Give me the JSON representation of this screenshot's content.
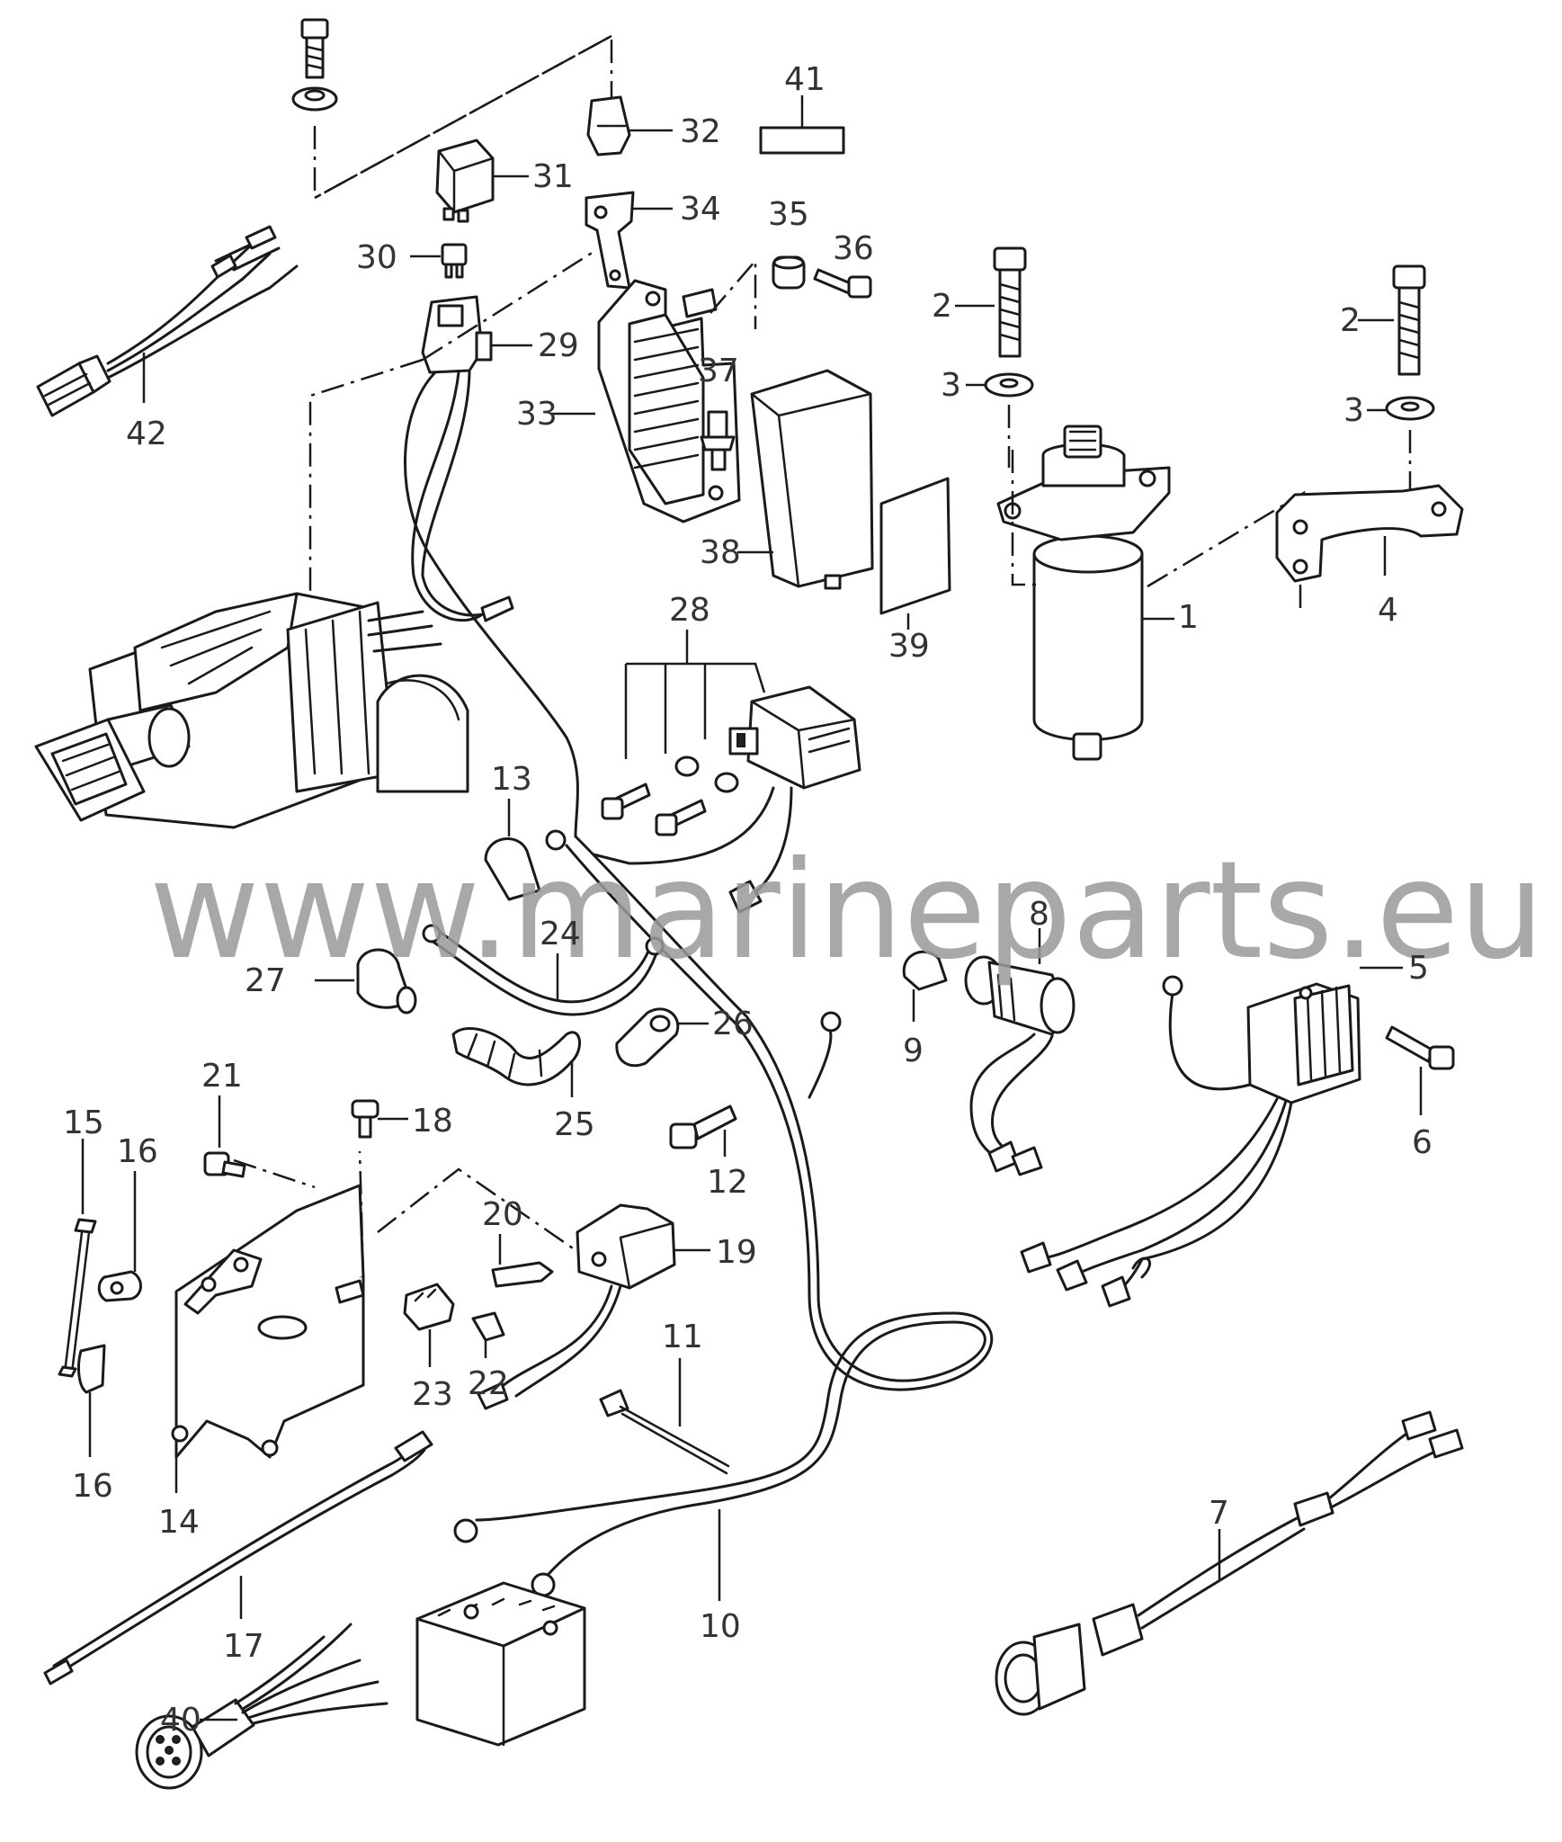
{
  "watermark": "www.marineparts.eu",
  "callouts": {
    "c1": "1",
    "c2a": "2",
    "c2b": "2",
    "c3a": "3",
    "c3b": "3",
    "c4": "4",
    "c5": "5",
    "c6": "6",
    "c7": "7",
    "c8": "8",
    "c9": "9",
    "c10": "10",
    "c11": "11",
    "c12": "12",
    "c13": "13",
    "c14": "14",
    "c15": "15",
    "c16a": "16",
    "c16b": "16",
    "c17": "17",
    "c18": "18",
    "c19": "19",
    "c20": "20",
    "c21": "21",
    "c22": "22",
    "c23": "23",
    "c24": "24",
    "c25": "25",
    "c26": "26",
    "c27": "27",
    "c28": "28",
    "c29": "29",
    "c30": "30",
    "c31": "31",
    "c32": "32",
    "c33": "33",
    "c34": "34",
    "c35": "35",
    "c36": "36",
    "c37": "37",
    "c38": "38",
    "c39": "39",
    "c40": "40",
    "c41": "41",
    "c42": "42"
  }
}
